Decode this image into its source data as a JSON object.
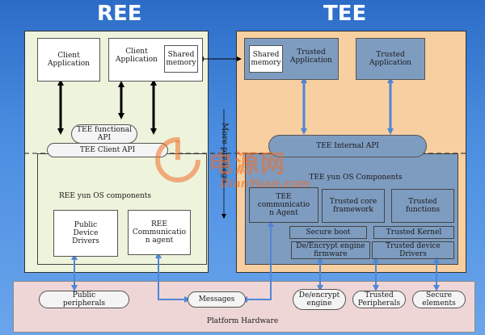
{
  "titles": {
    "ree": "REE",
    "tee": "TEE"
  },
  "ree": {
    "client_app_1": "Client\nApplication",
    "client_app_2": "Client\nApplication",
    "shared_memory": "Shared\nmemory",
    "functional_api": "TEE functional\nAPI",
    "client_api": "TEE Client API",
    "os_components": "REE yun OS components",
    "public_drivers": "Public\nDevice\nDrivers",
    "comm_agent": "REE\nCommunicatio\nn agent"
  },
  "middle": {
    "privilege": "More privilege"
  },
  "tee": {
    "shared_memory": "Shared\nmemory",
    "trusted_app_1": "Trusted\nApplication",
    "trusted_app_2": "Trusted\nApplication",
    "internal_api": "TEE Internal API",
    "os_components": "TEE yun OS Components",
    "comm_agent": "TEE\ncommunicatio\nn Agent",
    "core_framework": "Trusted core\nframework",
    "trusted_functions": "Trusted\nfunctions",
    "secure_boot": "Secure boot",
    "trusted_kernel": "Trusted Kernel",
    "crypto_firmware": "De/Encrypt engine\nfirmware",
    "device_drivers": "Trusted device\nDrivers"
  },
  "hardware": {
    "public_peripherals": "Public\nperipherals",
    "messages": "Messages",
    "crypto_engine": "De/encrypt\nengine",
    "trusted_peripherals": "Trusted\nPeripherals",
    "secure_elements": "Secure\nelements",
    "platform": "Platform Hardware"
  },
  "watermark": {
    "cn": "电源网",
    "url": "DianYuan.com"
  },
  "colors": {
    "background": "#3b7fd6",
    "ree_panel": "#eef3dc",
    "tee_panel": "#f7cfa0",
    "tee_box": "#7e9cc0",
    "hardware": "#efd6d6",
    "arrow_black": "#000000",
    "arrow_blue": "#4f86d6"
  }
}
